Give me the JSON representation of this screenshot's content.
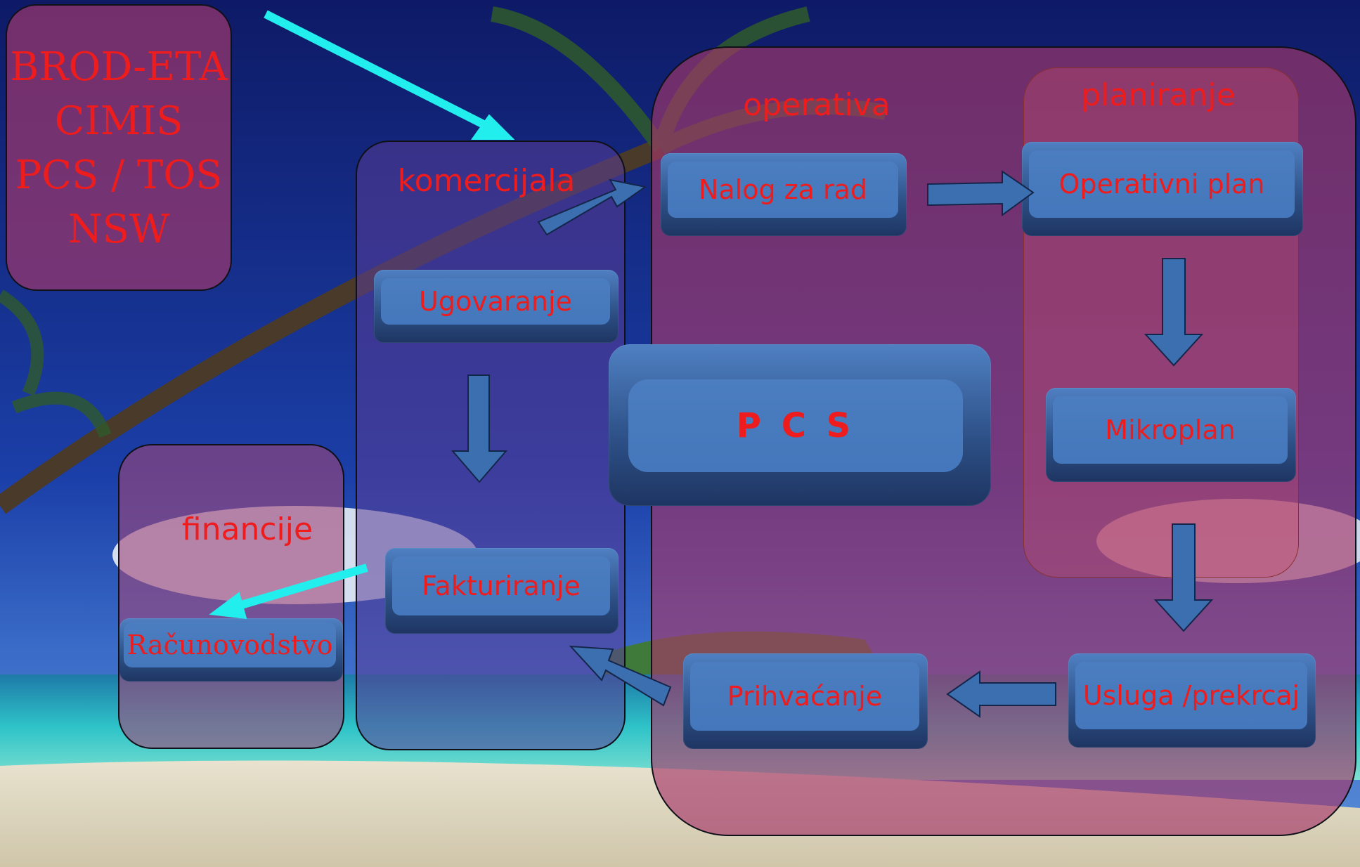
{
  "legacy_systems": [
    "BROD-ETA",
    "CIMIS",
    "PCS / TOS",
    "NSW"
  ],
  "zones": {
    "operativa": "operativa",
    "planiranje": "planiranje",
    "komercijala": "komercijala",
    "financije": "financije"
  },
  "nodes": {
    "nalog": "Nalog za rad",
    "operativni_plan": "Operativni plan",
    "ugovaranje": "Ugovaranje",
    "pcs": "P C S",
    "mikroplan": "Mikroplan",
    "fakturiranje": "Fakturiranje",
    "racunovodstvo": "Računovodstvo",
    "prihvacanje": "Prihvaćanje",
    "usluga": "Usluga /prekrcaj"
  },
  "colors": {
    "label_text": "#ee1c1c",
    "box_fill": "#4477bb",
    "zone_fill": "#aa3c6e",
    "highlight_arrow": "#22eeee",
    "block_arrow": "#3b6fb0"
  }
}
